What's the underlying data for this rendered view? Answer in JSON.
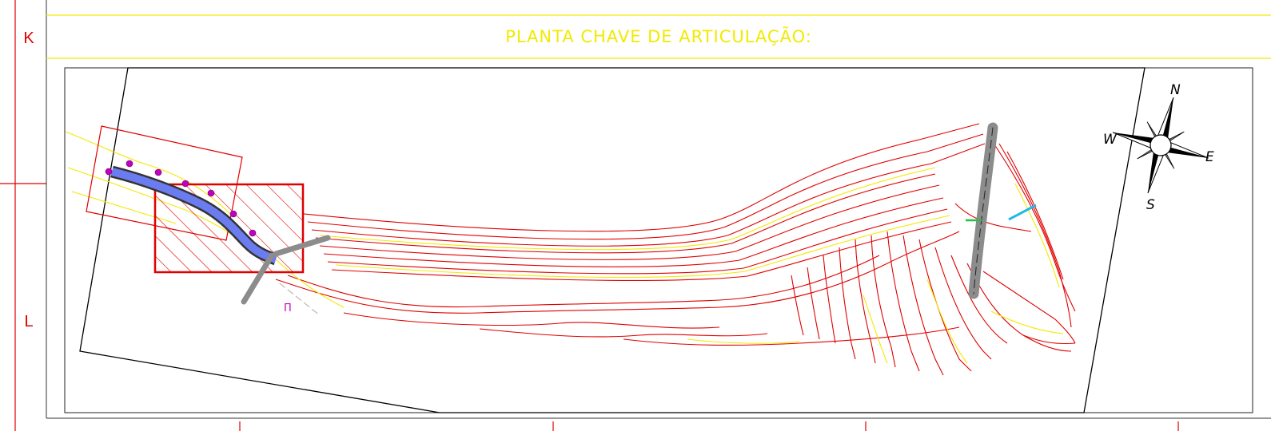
{
  "sheet": {
    "title": "PLANTA CHAVE DE ARTICULAÇÃO:",
    "row_labels": {
      "upper": "K",
      "lower": "L"
    }
  },
  "compass": {
    "north": "N",
    "south": "S",
    "east": "E",
    "west": "W"
  },
  "plan": {
    "marker_label": "Π"
  },
  "colors": {
    "frame_red": "#e00000",
    "frame_yellow": "#f2ea00",
    "contour_red": "#e00000",
    "contour_yellow": "#f2ea00",
    "road_gray": "#8c8c8c",
    "channel_blue": "#6b7cf0",
    "pin_magenta": "#c000c0"
  }
}
